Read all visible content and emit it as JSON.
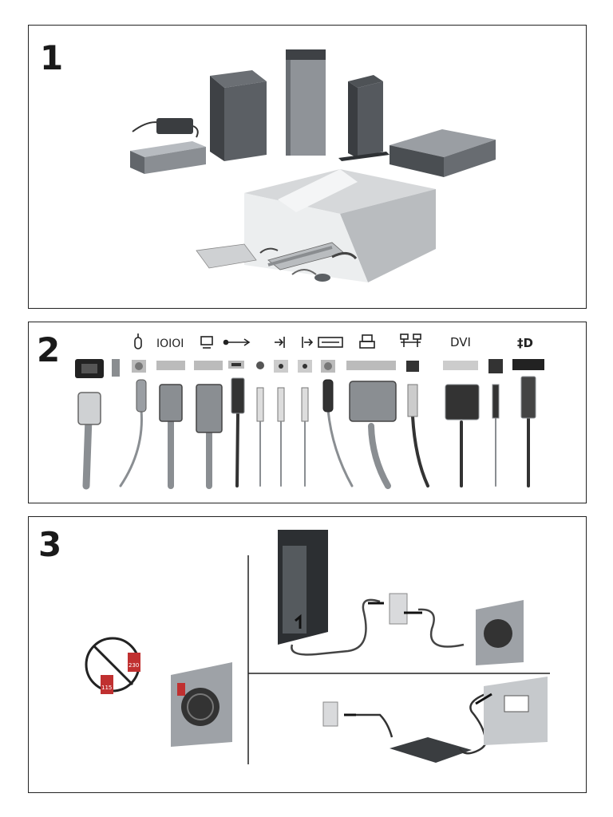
{
  "panels": {
    "one": {
      "number": "1"
    },
    "two": {
      "number": "2",
      "dvi_label": "DVI"
    },
    "three": {
      "number": "3",
      "voltage_low": "115",
      "voltage_high": "230"
    }
  },
  "colors": {
    "border": "#222222",
    "case_dark": "#555a60",
    "case_light": "#9a9fa5",
    "cable": "#7a7e82"
  },
  "icons": [
    "mouse-icon",
    "serial-port-icon",
    "monitor-icon",
    "usb-icon",
    "audio-in-icon",
    "audio-out-icon",
    "keyboard-icon",
    "printer-icon",
    "network-icon",
    "displayport-icon"
  ]
}
